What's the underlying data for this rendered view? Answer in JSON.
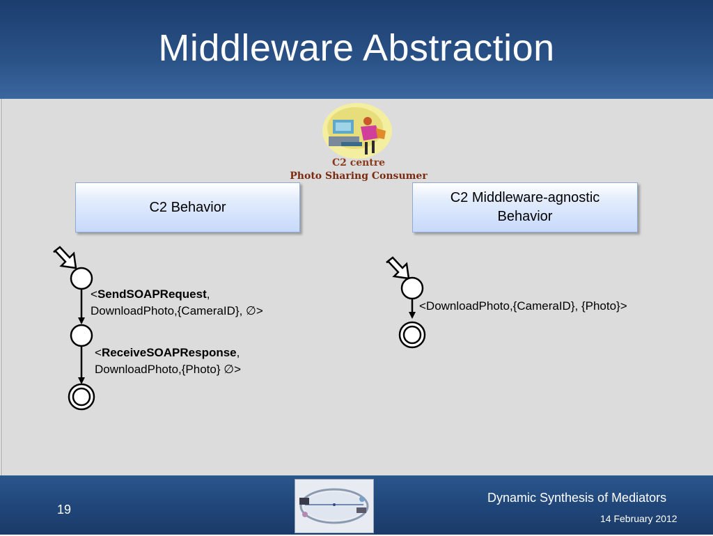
{
  "slide": {
    "title": "Middleware Abstraction",
    "number": "19",
    "footer_title": "Dynamic Synthesis of Mediators",
    "footer_date": "14 February 2012"
  },
  "logo": {
    "line1": "C2 centre",
    "line2": "Photo Sharing Consumer"
  },
  "boxes": {
    "c2_behavior": "C2 Behavior",
    "c2_agnostic_line1": "C2 Middleware-agnostic",
    "c2_agnostic_line2": "Behavior"
  },
  "left_automaton": {
    "t1_action": "SendSOAPRequest",
    "t1_comma": ",",
    "t1_rest": "DownloadPhoto,{CameraID}, ∅>",
    "t2_action": "ReceiveSOAPResponse",
    "t2_comma": ",",
    "t2_rest": "DownloadPhoto,{Photo} ∅>"
  },
  "right_automaton": {
    "t1_label": "<DownloadPhoto,{CameraID}, {Photo}>"
  },
  "colors": {
    "header": "#2a5287",
    "content_bg": "#dcdcdc",
    "box_fill": "#c7d9fb",
    "caption": "#7a2a10"
  }
}
